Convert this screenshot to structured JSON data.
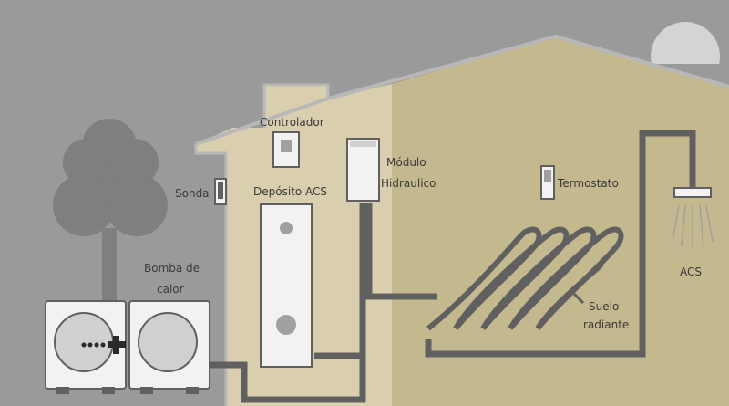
{
  "labels": {
    "controlador": "Controlador",
    "sonda": "Sonda",
    "deposito": "Depósito ACS",
    "modulo_line1": "Módulo",
    "modulo_line2": "Hidraulico",
    "termostato": "Termostato",
    "bomba_line1": "Bomba de",
    "bomba_line2": "calor",
    "suelo_line1": "Suelo",
    "suelo_line2": "radiante",
    "acs": "ACS"
  },
  "colors": {
    "sky": "#9a9a9a",
    "house_front": "#d9ceae",
    "house_side": "#c4b88e",
    "pipe": "#606060",
    "unit": "#f2f2f2",
    "tree": "#7f7f7f"
  }
}
